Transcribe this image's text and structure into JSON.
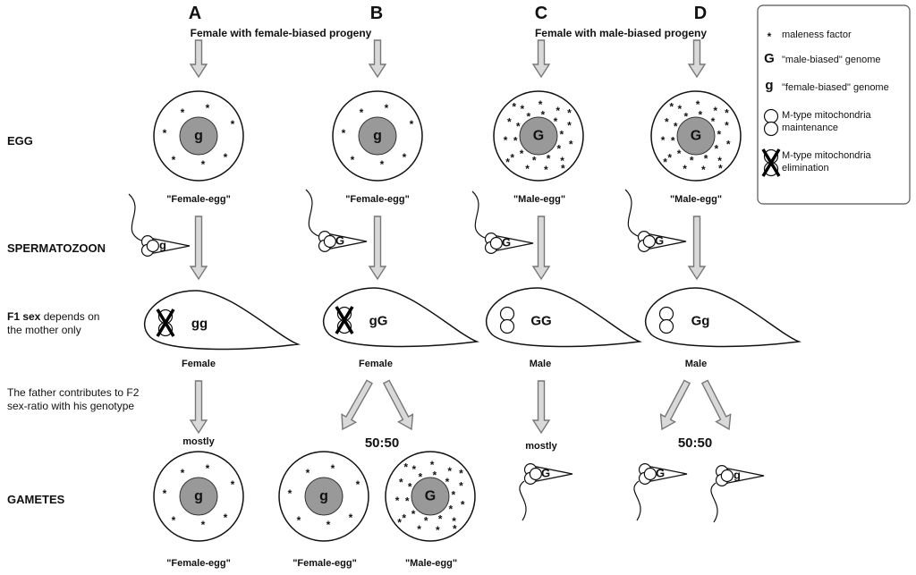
{
  "columns": [
    {
      "letter": "A"
    },
    {
      "letter": "B"
    },
    {
      "letter": "C"
    },
    {
      "letter": "D"
    }
  ],
  "headers": {
    "female_biased": "Female with female-biased progeny",
    "male_biased": "Female with male-biased progeny"
  },
  "rows": {
    "egg": "EGG",
    "spermatozoon": "SPERMATOZOON",
    "f1_bold": "F1 sex",
    "f1_rest": " depends on the mother only",
    "father": "The father contributes to F2 sex-ratio with his genotype",
    "gametes": "GAMETES"
  },
  "eggs": {
    "A": {
      "genome": "g",
      "caption": "\"Female-egg\""
    },
    "B": {
      "genome": "g",
      "caption": "\"Female-egg\""
    },
    "C": {
      "genome": "G",
      "caption": "\"Male-egg\""
    },
    "D": {
      "genome": "G",
      "caption": "\"Male-egg\""
    }
  },
  "sperm": {
    "A": "g",
    "B": "G",
    "C": "G",
    "D": "G"
  },
  "f1": {
    "A": {
      "genotype": "gg",
      "sex": "Female"
    },
    "B": {
      "genotype": "gG",
      "sex": "Female"
    },
    "C": {
      "genotype": "GG",
      "sex": "Male"
    },
    "D": {
      "genotype": "Gg",
      "sex": "Male"
    }
  },
  "ratios": {
    "A": "mostly",
    "B": "50:50",
    "C": "mostly",
    "D": "50:50"
  },
  "gametes": {
    "A1": {
      "genome": "g",
      "caption": "\"Female-egg\""
    },
    "B1": {
      "genome": "g",
      "caption": "\"Female-egg\""
    },
    "B2": {
      "genome": "G",
      "caption": "\"Male-egg\""
    },
    "C1": "G",
    "D1": "G",
    "D2": "g"
  },
  "legend": {
    "maleness": "maleness factor",
    "male_symbol": "G",
    "male_genome": "\"male-biased\" genome",
    "female_symbol": "g",
    "female_genome": "\"female-biased\" genome",
    "maint_1": "M-type mitochondria",
    "maint_2": "maintenance",
    "elim_1": "M-type mitochondria",
    "elim_2": "elimination"
  },
  "colors": {
    "nucleus": "#999999",
    "stroke": "#111111",
    "arrow_fill": "#d9d9d9",
    "arrow_stroke": "#777777",
    "legend_border": "#555555"
  }
}
